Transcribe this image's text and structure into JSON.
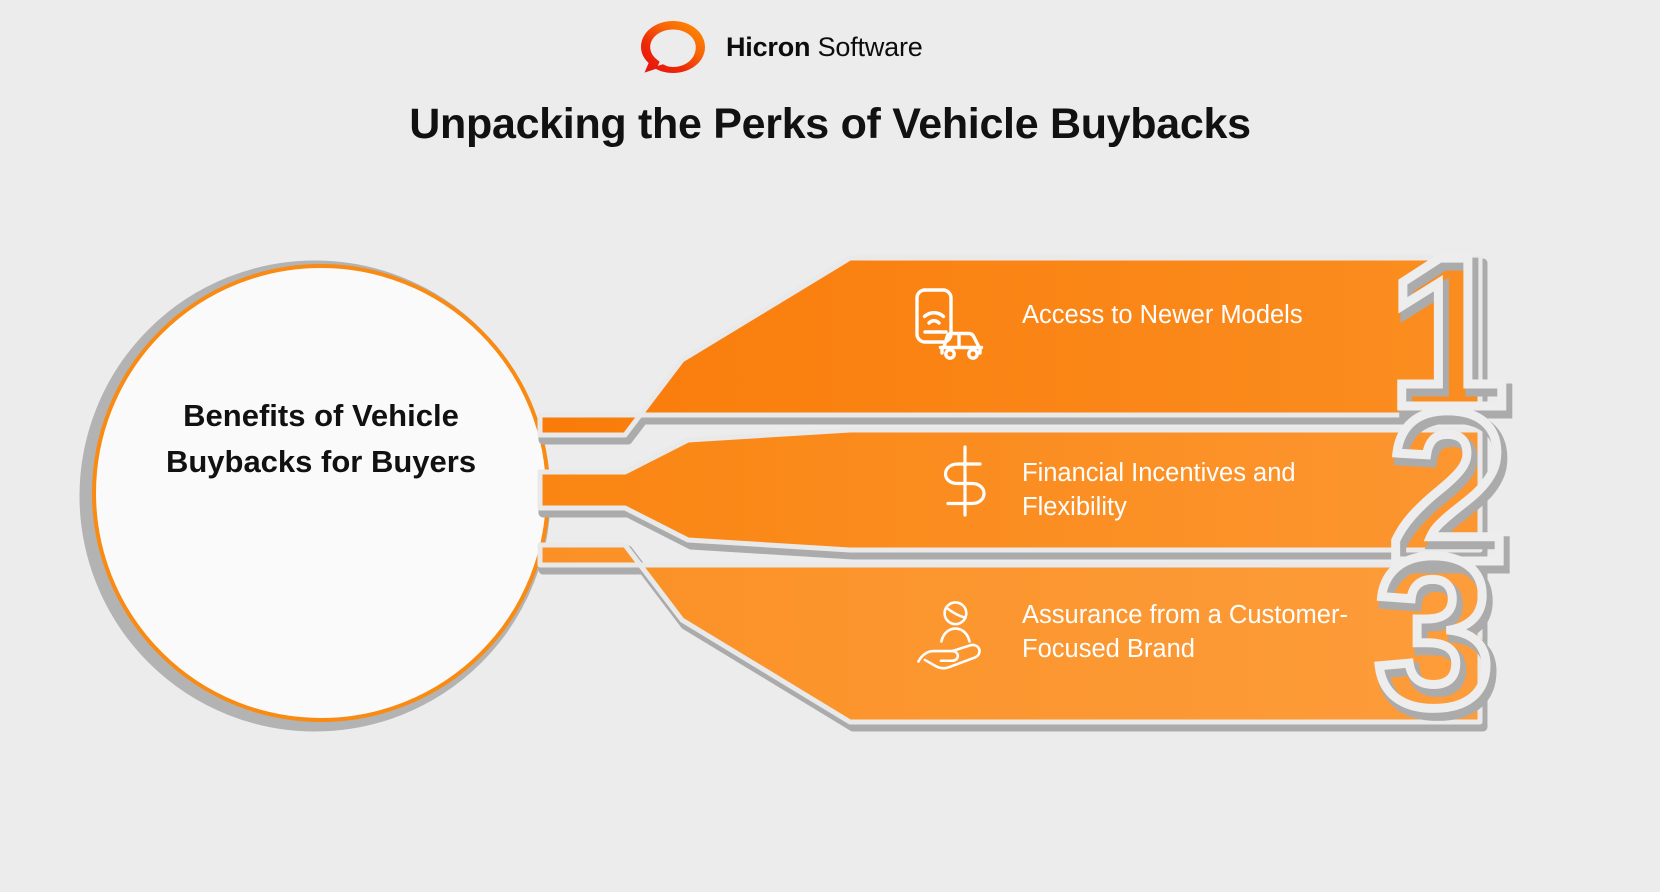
{
  "brand": {
    "logo_icon": "hicron-speech-bubble-ring-logo",
    "name_bold": "Hicron",
    "name_light": "Software"
  },
  "header": {
    "title": "Unpacking the Perks of Vehicle Buybacks"
  },
  "hub": {
    "label": "Benefits of Vehicle Buybacks for Buyers"
  },
  "colors": {
    "background": "#ececec",
    "orange": "#FB8C1E",
    "orange_dark": "#F97C0A",
    "orange_light": "#FC9A3A",
    "gray_shadow": "#ABABAB",
    "outline_light": "#E8E8E8",
    "text_dark": "#111111",
    "text_light": "#FFFFFF"
  },
  "benefits": [
    {
      "number": "1",
      "icon": "phone-wifi-car-icon",
      "label": "Access to Newer Models"
    },
    {
      "number": "2",
      "icon": "dollar-sign-icon",
      "label": "Financial Incentives and Flexibility"
    },
    {
      "number": "3",
      "icon": "person-in-hand-care-icon",
      "label": "Assurance from a Customer-Focused Brand"
    }
  ]
}
